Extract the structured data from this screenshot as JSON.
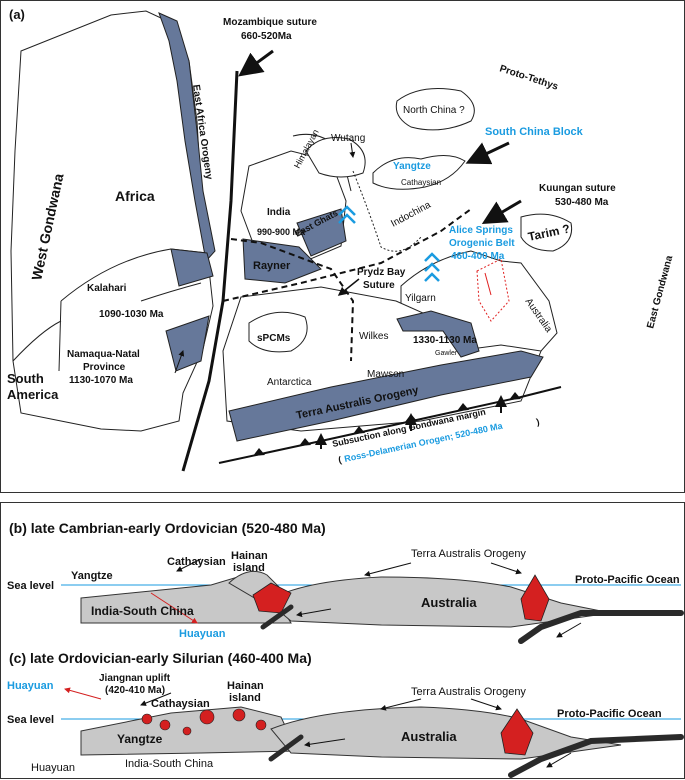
{
  "panel_a": {
    "tag": "(a)",
    "west_gondwana": "West Gondwana",
    "east_gondwana": "East Gondwana",
    "africa": "Africa",
    "south_america": "South\nAmerica",
    "east_africa_orogeny": "East Africa Orogeny",
    "mozambique_suture": "Mozambique suture",
    "mozambique_age": "660-520Ma",
    "proto_tethys": "Proto-Tethys",
    "north_china": "North China ?",
    "south_china_block": "South China Block",
    "wutang": "Wutang",
    "yangtze": "Yangtze",
    "cathaysian": "Cathaysian",
    "himalayan": "Himalayan",
    "india": "India",
    "east_ghats": "East Ghats",
    "age_990": "990-900 Ma",
    "indochina": "Indochina",
    "kuungan_suture": "Kuungan suture",
    "kuungan_age": "530-480 Ma",
    "alice_springs_1": "Alice Springs",
    "alice_springs_2": "Orogenic Belt",
    "alice_springs_3": "460-400 Ma",
    "tarim": "Tarim ?",
    "rayner": "Rayner",
    "prydz_bay_1": "Prydz Bay",
    "prydz_bay_2": "Suture",
    "yilgarn": "Yilgarn",
    "australia": "Australia",
    "kalahari": "Kalahari",
    "age_1090": "1090-1030 Ma",
    "spcms": "sPCMs",
    "wilkes": "Wilkes",
    "age_1330": "1330-1130 Ma",
    "gawler": "Gawler",
    "mawson": "Mawson",
    "namaqua_1": "Namaqua-Natal",
    "namaqua_2": "Province",
    "namaqua_3": "1130-1070 Ma",
    "antarctica": "Antarctica",
    "terra_australis": "Terra Australis Orogeny",
    "subduction": "Subsuction along Gondwana margin",
    "ross_open": "(",
    "ross": "Ross-Delamerian Orogen; 520-480 Ma",
    "ross_close": ")"
  },
  "panel_b": {
    "title": "(b) late Cambrian-early Ordovician (520-480 Ma)",
    "cathaysian": "Cathaysian",
    "hainan_1": "Hainan",
    "hainan_2": "island",
    "terra_australis": "Terra Australis Orogeny",
    "yangtze": "Yangtze",
    "sea_level": "Sea level",
    "proto_pacific": "Proto-Pacific Ocean",
    "india_south_china": "India-South China",
    "australia": "Australia",
    "huayuan": "Huayuan"
  },
  "panel_c": {
    "title": "(c) late Ordovician-early Silurian (460-400 Ma)",
    "huayuan_top": "Huayuan",
    "jiangnan_1": "Jiangnan uplift",
    "jiangnan_2": "(420-410 Ma)",
    "hainan_1": "Hainan",
    "hainan_2": "island",
    "cathaysian": "Cathaysian",
    "terra_australis": "Terra Australis Orogeny",
    "sea_level": "Sea level",
    "proto_pacific": "Proto-Pacific Ocean",
    "yangtze": "Yangtze",
    "australia": "Australia",
    "huayuan_bottom": "Huayuan",
    "india_south_china": "India-South China"
  },
  "colors": {
    "orogen": "#66789a",
    "highlight_blue": "#1a9be0",
    "crust_grey": "#c8c8c8",
    "magma_red": "#d42020"
  }
}
